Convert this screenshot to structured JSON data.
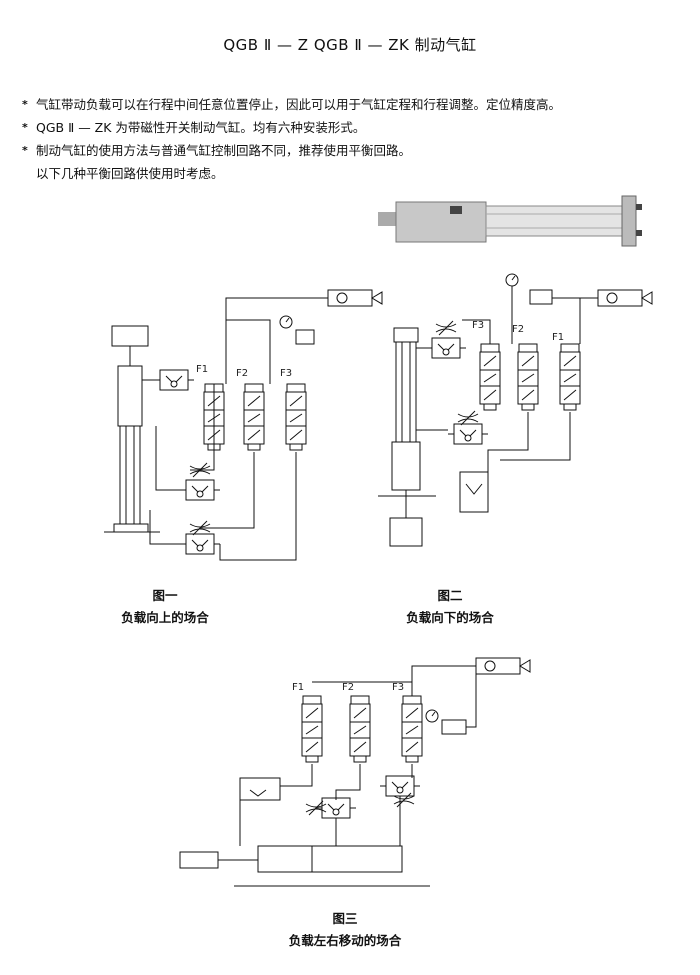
{
  "title": "QGB Ⅱ — Z   QGB Ⅱ — ZK   制动气缸",
  "bullets": [
    "气缸带动负载可以在行程中间任意位置停止，因此可以用于气缸定程和行程调整。定位精度高。",
    "QGB Ⅱ — ZK 为带磁性开关制动气缸。均有六种安装形式。",
    "制动气缸的使用方法与普通气缸控制回路不同，推荐使用平衡回路。",
    "以下几种平衡回路供使用时考虑。"
  ],
  "figures": [
    {
      "label": "图一",
      "caption": "负载向上的场合",
      "valves": [
        "F1",
        "F2",
        "F3"
      ]
    },
    {
      "label": "图二",
      "caption": "负载向下的场合",
      "valves": [
        "F3",
        "F2",
        "F1"
      ]
    },
    {
      "label": "图三",
      "caption": "负载左右移动的场合",
      "valves": [
        "F1",
        "F2",
        "F3"
      ]
    }
  ]
}
